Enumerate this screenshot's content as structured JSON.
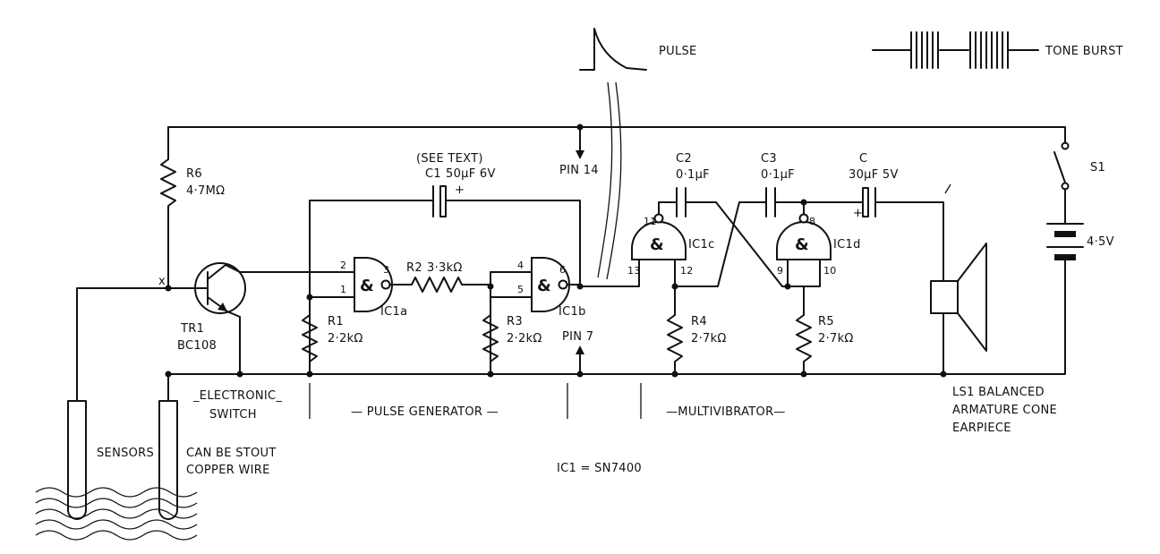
{
  "waveforms": {
    "pulse_label": "PULSE",
    "tone_burst_label": "TONE BURST"
  },
  "components": {
    "r6": {
      "ref": "R6",
      "value": "4·7MΩ"
    },
    "r1": {
      "ref": "R1",
      "value": "2·2kΩ"
    },
    "r2": {
      "ref": "R2",
      "value": "3·3kΩ"
    },
    "r3": {
      "ref": "R3",
      "value": "2·2kΩ"
    },
    "r4": {
      "ref": "R4",
      "value": "2·7kΩ"
    },
    "r5": {
      "ref": "R5",
      "value": "2·7kΩ"
    },
    "c1": {
      "note": "(SEE TEXT)",
      "ref": "C1",
      "value": "50µF 6V"
    },
    "c2": {
      "ref": "C2",
      "value": "0·1µF"
    },
    "c3": {
      "ref": "C3",
      "value": "0·1µF"
    },
    "c4": {
      "ref": "C",
      "value": "30µF 5V"
    },
    "tr1": {
      "ref": "TR1",
      "value": "BC108"
    },
    "ic1a": {
      "ref": "IC1a"
    },
    "ic1b": {
      "ref": "IC1b"
    },
    "ic1c": {
      "ref": "IC1c"
    },
    "ic1d": {
      "ref": "IC1d"
    },
    "s1": {
      "ref": "S1"
    },
    "battery": {
      "value": "4·5V"
    },
    "ls1": {
      "line1": "LS1 BALANCED",
      "line2": "ARMATURE CONE",
      "line3": "EARPIECE"
    }
  },
  "gate_symbol": "&",
  "pins": {
    "pin14": "PIN 14",
    "pin7": "PIN 7",
    "ic1a_in_top": "2",
    "ic1a_in_bottom": "1",
    "ic1a_out": "3",
    "ic1b_in_top": "4",
    "ic1b_in_bottom": "5",
    "ic1b_out": "6",
    "ic1c_out": "11",
    "ic1c_in_top": "13",
    "ic1c_in_bottom": "12",
    "ic1d_out": "8",
    "ic1d_in_top": "9",
    "ic1d_in_bottom": "10"
  },
  "node_mark": "x",
  "sections": {
    "switch_line1": "_ELECTRONIC_",
    "switch_line2": "SWITCH",
    "pulse_generator": "— PULSE GENERATOR —",
    "multivibrator": "—MULTIVIBRATOR—"
  },
  "sensors": {
    "label": "SENSORS",
    "note_line1": "CAN BE STOUT",
    "note_line2": "COPPER WIRE"
  },
  "ic_note": "IC1 = SN7400"
}
